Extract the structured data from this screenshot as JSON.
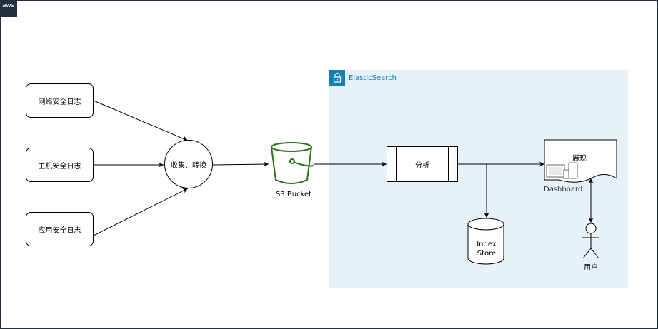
{
  "badge": {
    "text": "aws"
  },
  "group": {
    "title": "ElasticSearch"
  },
  "logs": [
    {
      "label": "网络安全日志"
    },
    {
      "label": "主机安全日志"
    },
    {
      "label": "应用安全日志"
    }
  ],
  "collector": {
    "label": "收集、转换"
  },
  "bucket": {
    "label": "S3 Bucket"
  },
  "analysis": {
    "label": "分析"
  },
  "store": {
    "line1": "Index",
    "line2": "Store"
  },
  "dashboard": {
    "title": "展现",
    "caption": "Dashboard"
  },
  "user": {
    "label": "用户"
  },
  "colors": {
    "bucket_green": "#277116",
    "es_blue": "#147eba",
    "group_fill": "#e6f2f8",
    "aws_dark": "#232f3e"
  }
}
